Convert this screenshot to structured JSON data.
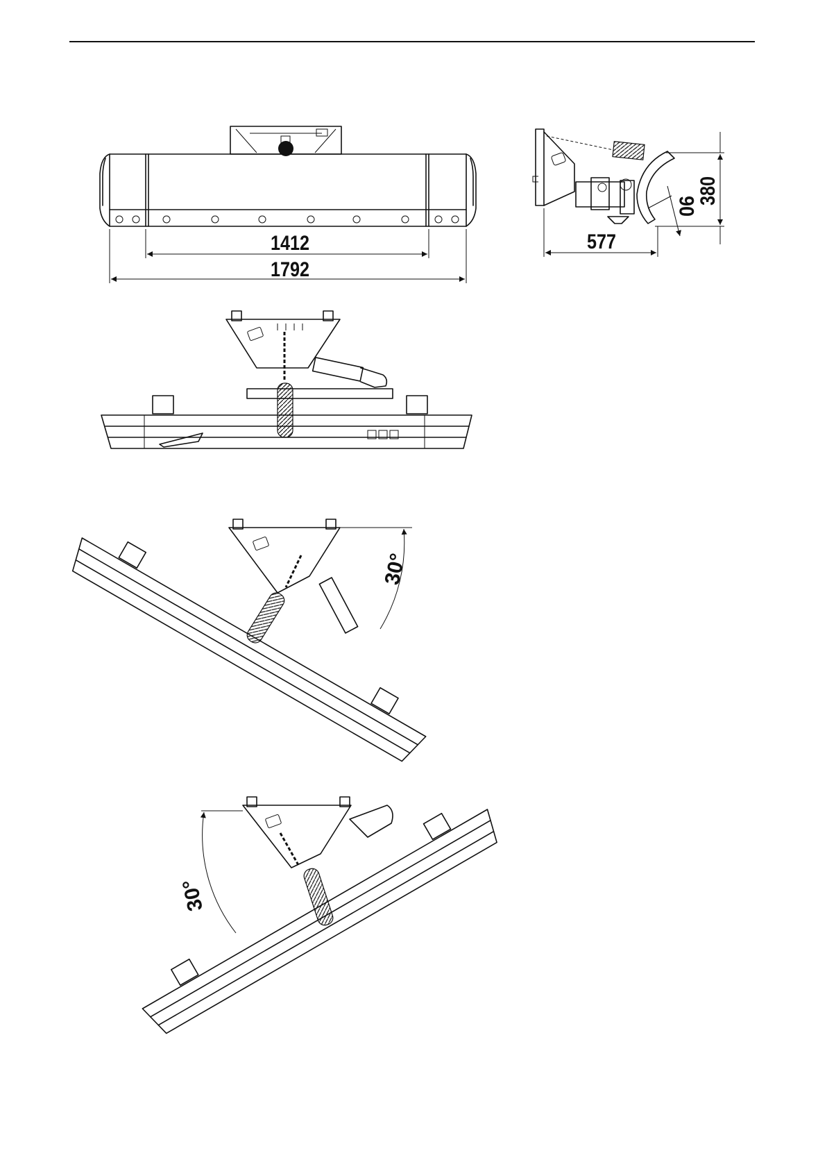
{
  "drawing": {
    "front_view": {
      "inner_width": "1412",
      "overall_width": "1792"
    },
    "side_view": {
      "depth": "577",
      "height": "380",
      "angle_small": "06"
    },
    "angled_right_view": {
      "angle": "30°"
    },
    "angled_left_view": {
      "angle": "30°"
    }
  },
  "colors": {
    "line": "#111111",
    "background": "#ffffff"
  }
}
